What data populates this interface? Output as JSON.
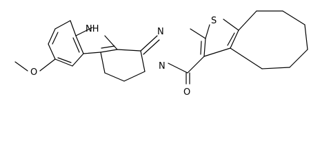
{
  "structure": {
    "atoms": {
      "nh": "NH",
      "n_imine": "N",
      "s": "S",
      "n_amide": "N",
      "o_methoxy": "O",
      "o_carbonyl": "O"
    }
  }
}
